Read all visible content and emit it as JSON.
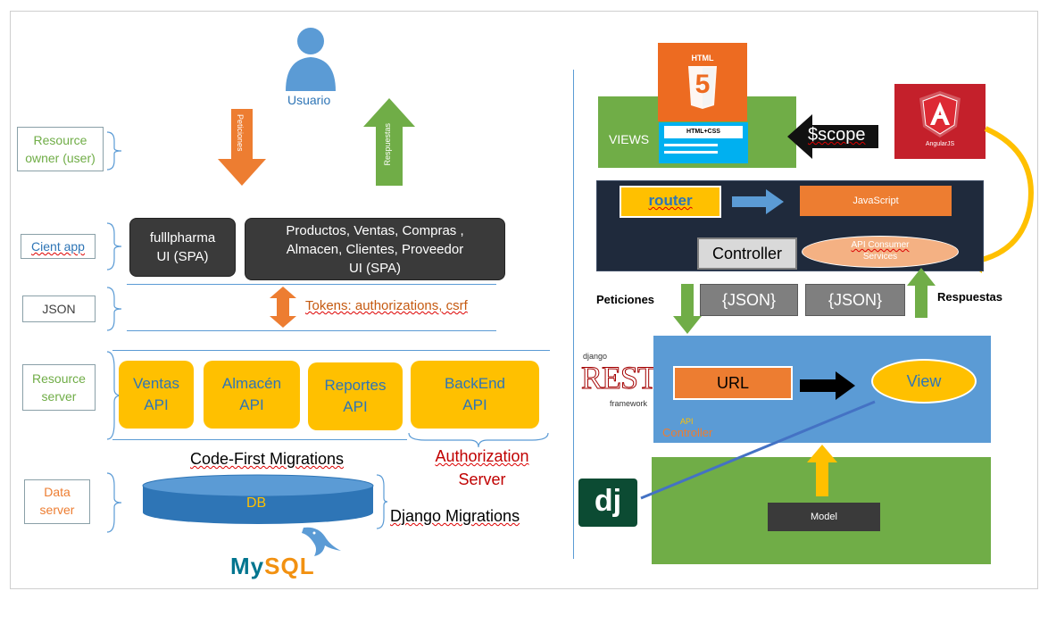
{
  "left": {
    "usuario": "Usuario",
    "peticiones": "Peticiones",
    "respuestas": "Respuestas",
    "resource_owner": [
      "Resource",
      "owner (user)"
    ],
    "client_app": "Cient app",
    "json": "JSON",
    "resource_server": [
      "Resource",
      "server"
    ],
    "data_server": [
      "Data",
      "server"
    ],
    "spa1": [
      "fulllpharma",
      "UI (SPA)"
    ],
    "spa2": [
      "Productos, Ventas, Compras ,",
      "Almacen, Clientes, Proveedor",
      "UI (SPA)"
    ],
    "tokens": "Tokens: authorizations, csrf",
    "apis": [
      {
        "line1": "Ventas",
        "line2": "API"
      },
      {
        "line1": "Almacén",
        "line2": "API"
      },
      {
        "line1": "Reportes",
        "line2": "API"
      },
      {
        "line1": "BackEnd",
        "line2": "API"
      }
    ],
    "authorization": [
      "Authorization",
      "Server"
    ],
    "code_first": "Code-First Migrations",
    "db": "DB",
    "django_migrations": "Django Migrations",
    "mysql": "MySQL"
  },
  "right": {
    "html5": "HTML",
    "html5_num": "5",
    "html_css": "HTML+CSS",
    "views": "VIEWS",
    "scope": "$scope",
    "angular": "AngularJS",
    "router": "router",
    "javascript": "JavaScript",
    "controller": "Controller",
    "api_consumer": [
      "API Consumer",
      "Services"
    ],
    "peticiones": "Peticiones",
    "respuestas": "Respuestas",
    "json1": "{JSON}",
    "json2": "{JSON}",
    "django_small": "django",
    "rest": "REST",
    "framework": "framework",
    "url": "URL",
    "view": "View",
    "api_controller": [
      "API",
      "Controller"
    ],
    "model": "Model",
    "dj": "dj"
  },
  "colors": {
    "orange": "#ed7d31",
    "green": "#70ad47",
    "blue": "#5b9bd5",
    "yellow": "#ffc000",
    "navy": "#1f2a3c"
  }
}
